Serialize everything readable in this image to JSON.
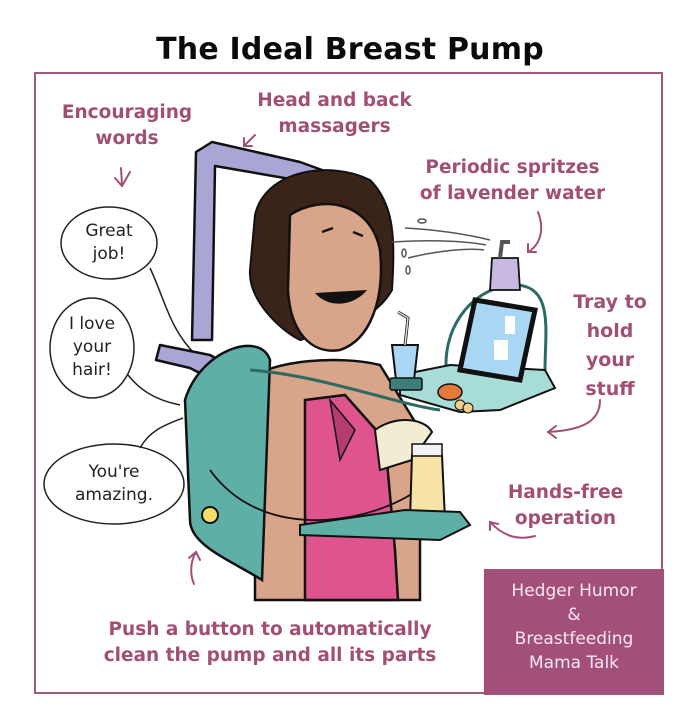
{
  "title": "The Ideal Breast Pump",
  "labels": {
    "encouraging_words": "Encouraging\nwords",
    "massagers": "Head and back\nmassagers",
    "spritzes": "Periodic spritzes\nof lavender water",
    "tray": "Tray to\nhold\nyour\nstuff",
    "hands_free": "Hands-free\noperation",
    "clean": "Push a button to automatically\nclean the pump and all its parts"
  },
  "speech_bubbles": [
    {
      "text": "Great\njob!"
    },
    {
      "text": "I love\nyour\nhair!"
    },
    {
      "text": "You're\namazing."
    }
  ],
  "credit": "Hedger Humor\n&\nBreastfeeding\nMama Talk",
  "colors": {
    "accent": "#a24f76",
    "frame": "#a2587a",
    "credit_bg": "#a2507a",
    "skin": "#d8a48a",
    "hair": "#3a2318",
    "massager": "#a9a6d6",
    "backpack": "#5eb0a6",
    "dress": "#e0548e",
    "tray": "#a8dcd6",
    "screen": "#a9d6f2",
    "milk": "#f7e3a6"
  }
}
